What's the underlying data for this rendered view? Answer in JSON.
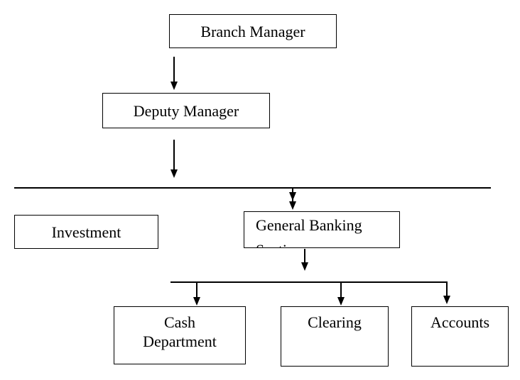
{
  "colors": {
    "background": "#ffffff",
    "line": "#000000",
    "text": "#000000"
  },
  "nodes": {
    "branch_manager": {
      "label": "Branch Manager"
    },
    "deputy_manager": {
      "label": "Deputy Manager"
    },
    "investment": {
      "label": "Investment"
    },
    "general_banking": {
      "line1": "General Banking",
      "line2_clipped": "Section"
    },
    "cash_department": {
      "line1": "Cash",
      "line2": "Department"
    },
    "clearing": {
      "label": "Clearing"
    },
    "accounts": {
      "label": "Accounts"
    }
  },
  "edges": [
    {
      "from": "branch_manager",
      "to": "deputy_manager",
      "style": "arrow"
    },
    {
      "from": "deputy_manager",
      "to": "divider_line",
      "style": "arrow"
    },
    {
      "from": "divider_line",
      "to": "general_banking",
      "style": "double-arrow"
    },
    {
      "from": "general_banking",
      "to": "connector_line",
      "style": "arrow"
    },
    {
      "from": "connector_line",
      "to": "cash_department",
      "style": "arrow"
    },
    {
      "from": "connector_line",
      "to": "clearing",
      "style": "arrow"
    },
    {
      "from": "connector_line",
      "to": "accounts",
      "style": "arrow"
    }
  ]
}
